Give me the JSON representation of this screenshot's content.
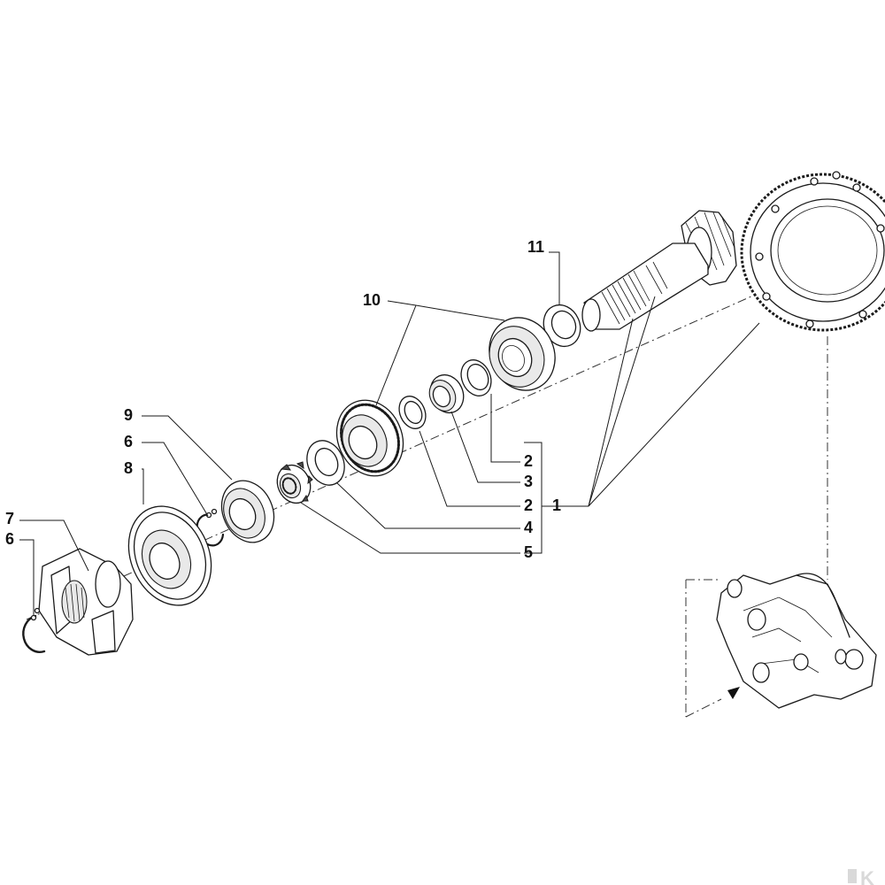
{
  "callouts": {
    "c11": "11",
    "c10": "10",
    "c9": "9",
    "c6a": "6",
    "c8": "8",
    "c7": "7",
    "c6b": "6",
    "c2a": "2",
    "c3": "3",
    "c2b": "2",
    "c1": "1",
    "c4": "4",
    "c5": "5"
  },
  "logo": {
    "glyph": "K"
  },
  "colors": {
    "ink": "#1a1a1a",
    "paper": "#ffffff",
    "logo": "#d9d9d9"
  }
}
